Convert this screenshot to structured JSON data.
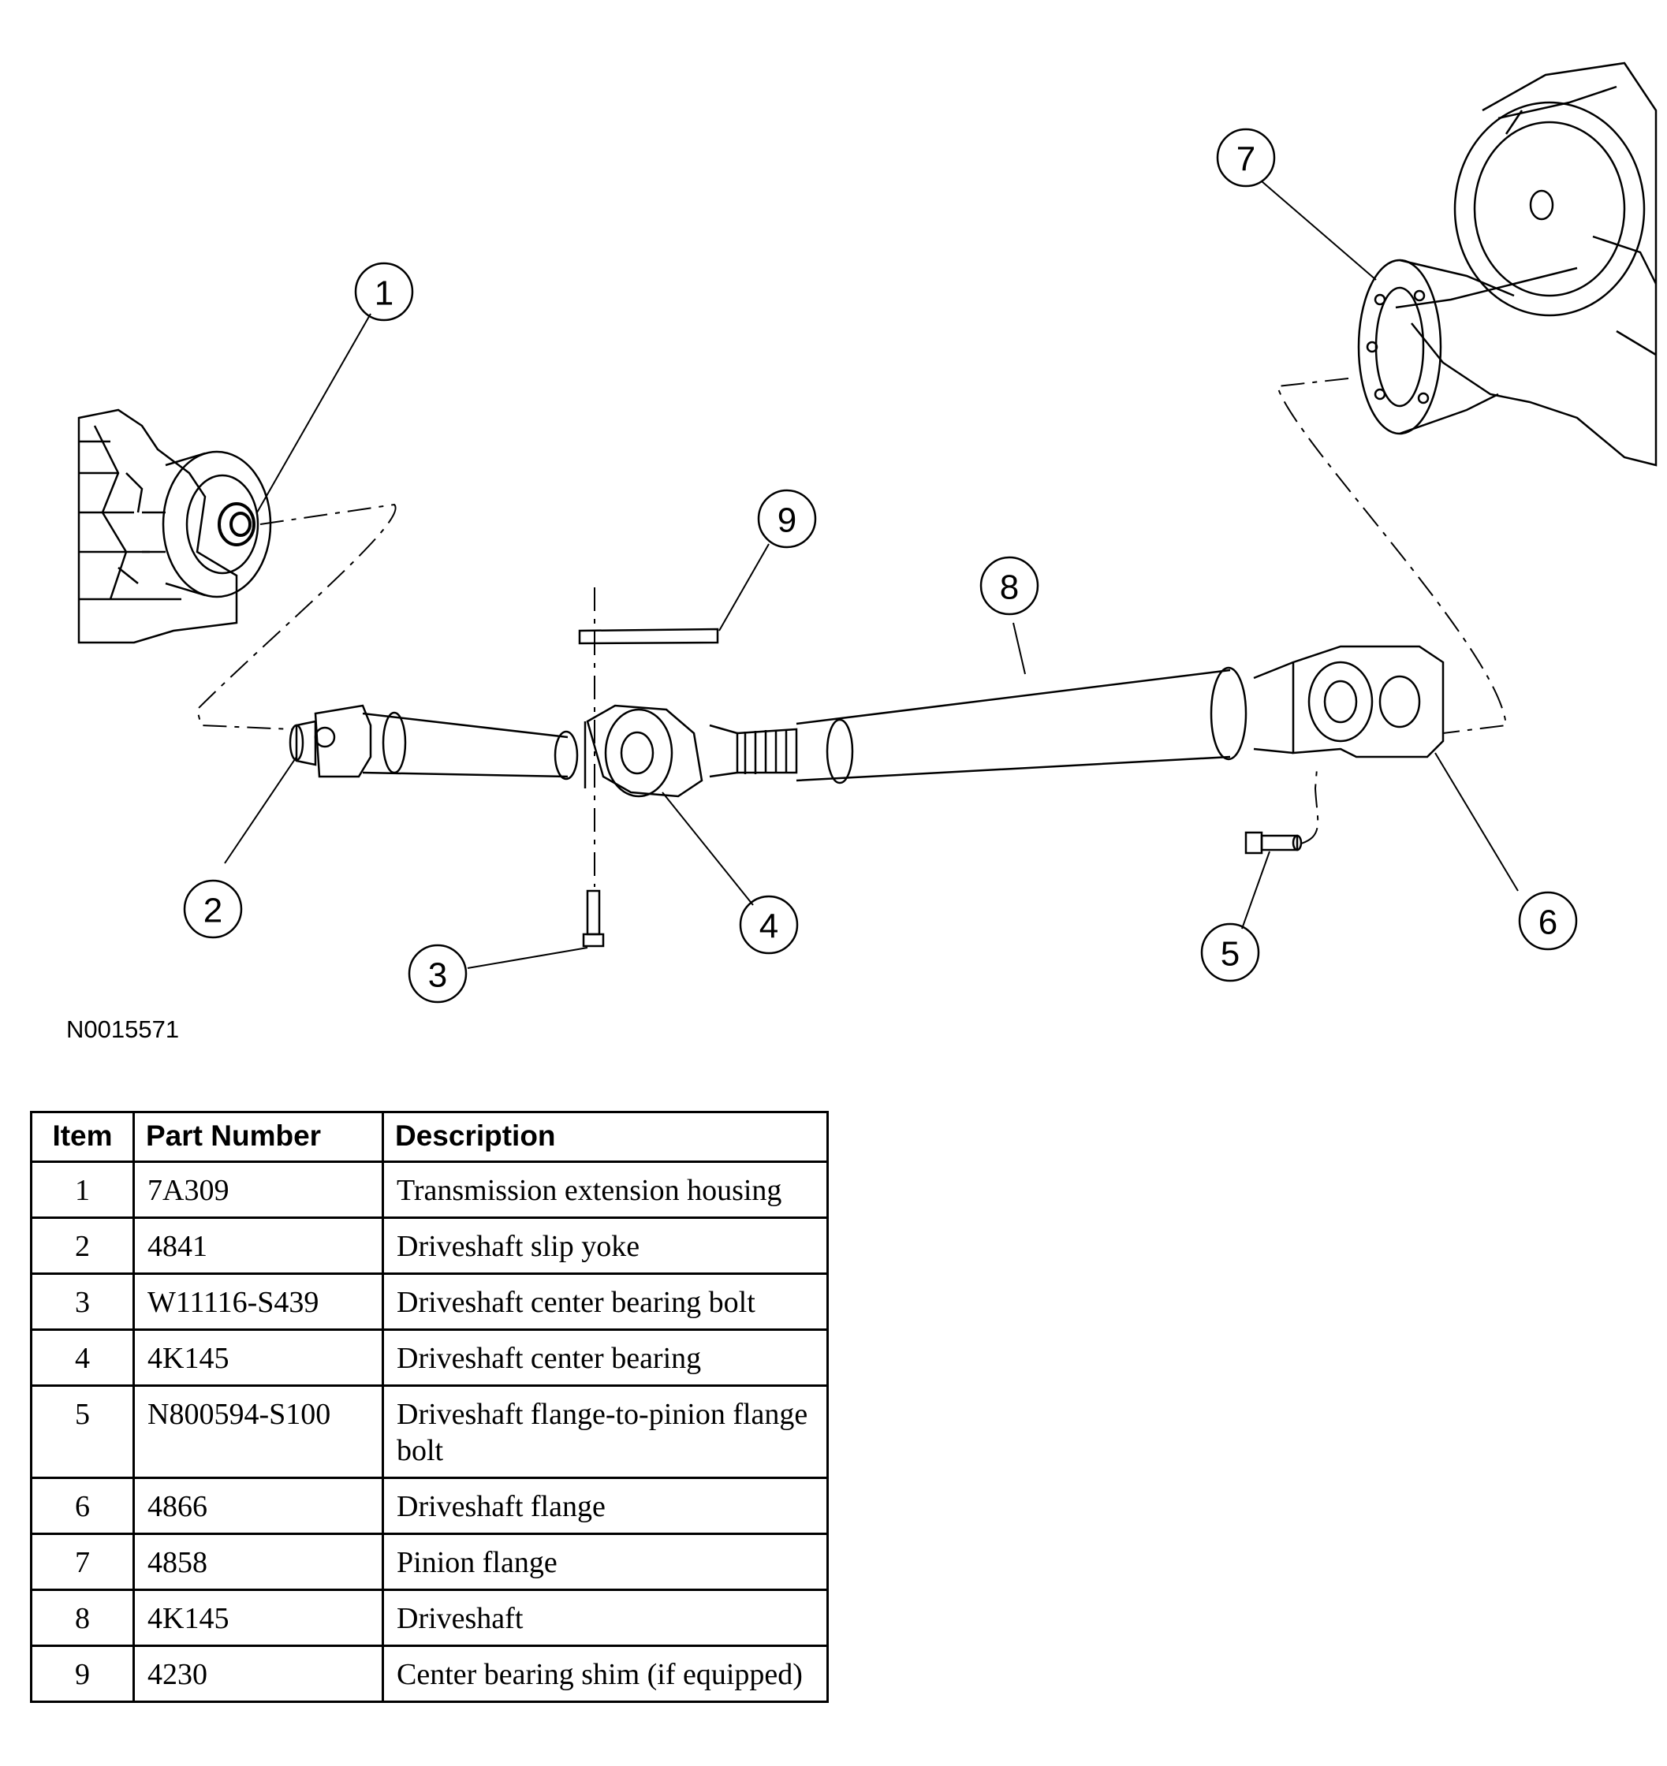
{
  "figure_id": "N0015571",
  "callouts": [
    "1",
    "2",
    "3",
    "4",
    "5",
    "6",
    "7",
    "8",
    "9"
  ],
  "table": {
    "headers": {
      "item": "Item",
      "part_number": "Part Number",
      "description": "Description"
    },
    "rows": [
      {
        "item": "1",
        "part_number": "7A309",
        "description": "Transmission extension housing"
      },
      {
        "item": "2",
        "part_number": "4841",
        "description": "Driveshaft slip yoke"
      },
      {
        "item": "3",
        "part_number": "W11116-S439",
        "description": "Driveshaft center bearing bolt"
      },
      {
        "item": "4",
        "part_number": "4K145",
        "description": "Driveshaft center bearing"
      },
      {
        "item": "5",
        "part_number": "N800594-S100",
        "description": "Driveshaft flange-to-pinion flange bolt"
      },
      {
        "item": "6",
        "part_number": "4866",
        "description": "Driveshaft flange"
      },
      {
        "item": "7",
        "part_number": "4858",
        "description": "Pinion flange"
      },
      {
        "item": "8",
        "part_number": "4K145",
        "description": "Driveshaft"
      },
      {
        "item": "9",
        "part_number": "4230",
        "description": "Center bearing shim (if equipped)"
      }
    ]
  }
}
